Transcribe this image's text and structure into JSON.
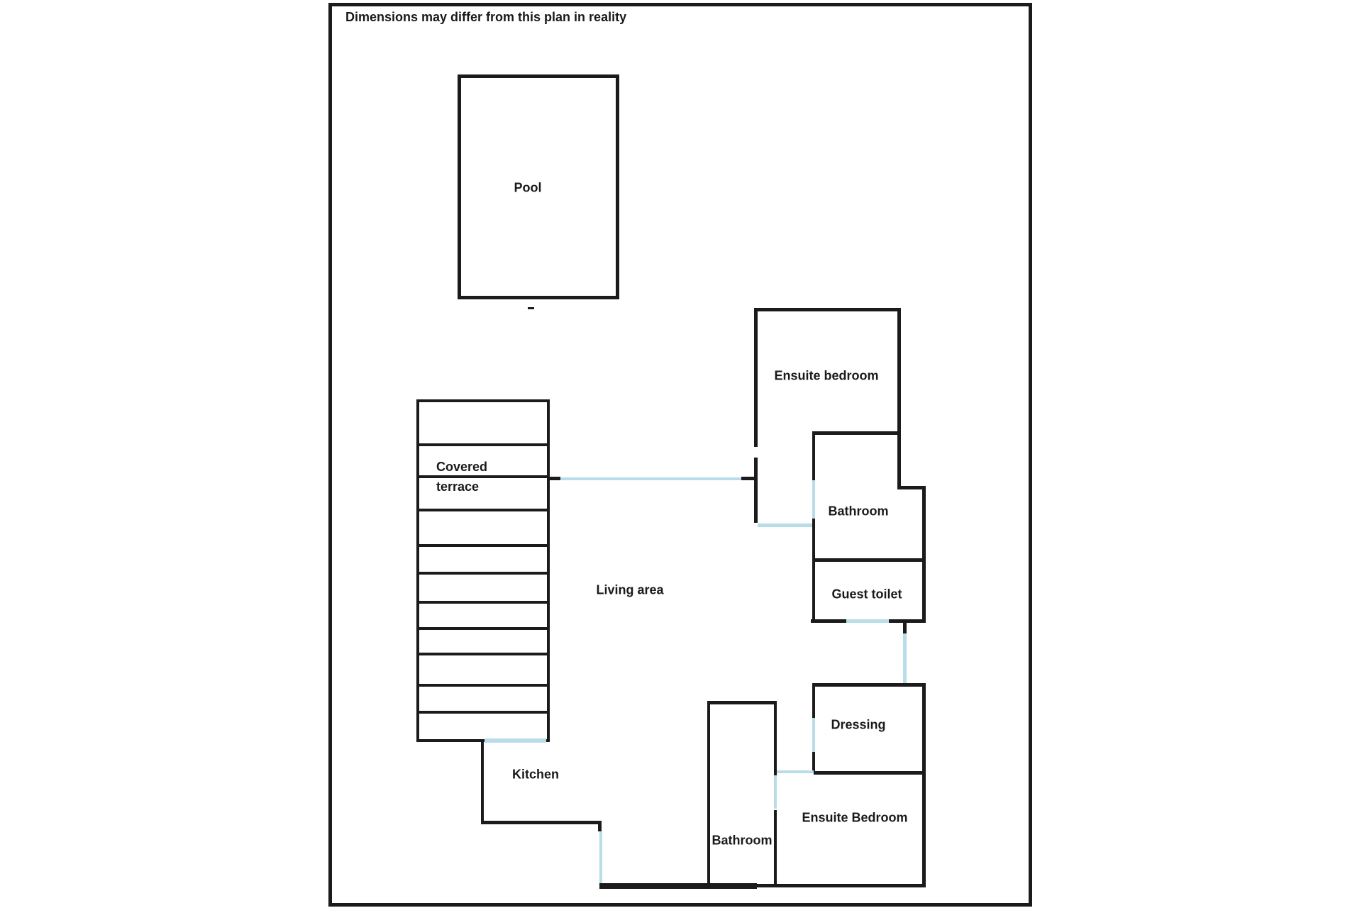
{
  "disclaimer": "Dimensions may differ from this plan in reality",
  "colors": {
    "wall": "#1b1b1b",
    "door": "#b9dde8",
    "background": "#ffffff",
    "text": "#1a1a1a"
  },
  "rooms": {
    "pool": {
      "label": "Pool"
    },
    "covered_terrace": {
      "label_line1": "Covered",
      "label_line2": "terrace"
    },
    "living_area": {
      "label": "Living area"
    },
    "ensuite_bedroom_top": {
      "label": "Ensuite bedroom"
    },
    "bathroom_middle": {
      "label": "Bathroom"
    },
    "guest_toilet": {
      "label": "Guest toilet"
    },
    "dressing": {
      "label": "Dressing"
    },
    "kitchen": {
      "label": "Kitchen"
    },
    "bathroom_bottom": {
      "label": "Bathroom"
    },
    "ensuite_bedroom_bottom": {
      "label": "Ensuite Bedroom"
    }
  }
}
